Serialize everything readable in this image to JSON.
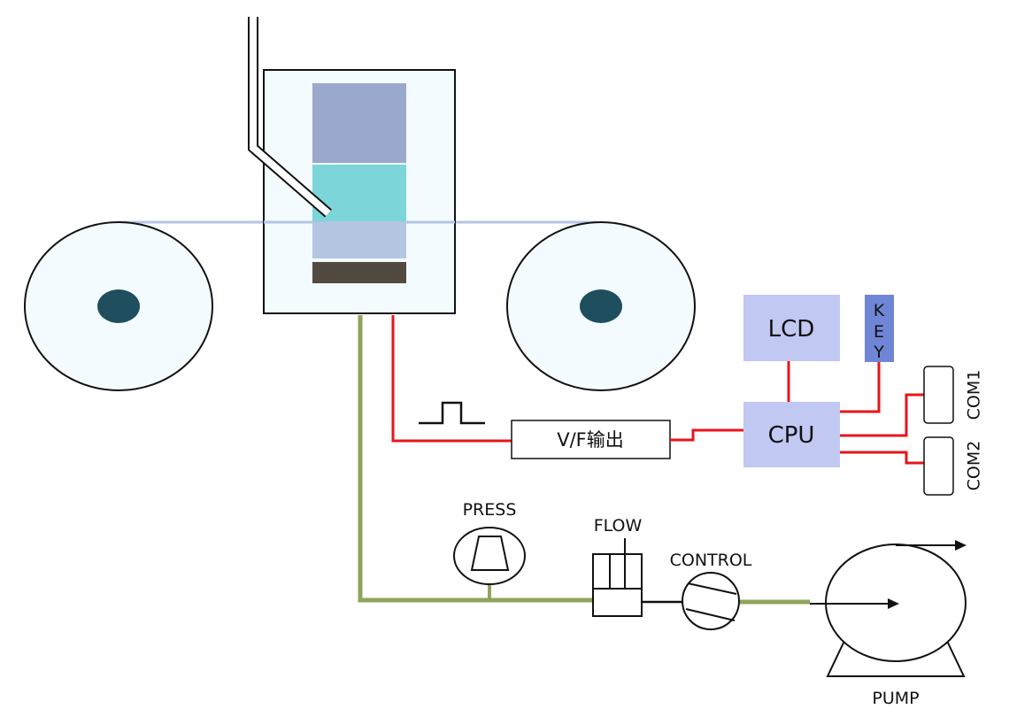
{
  "labels": {
    "lcd": "LCD",
    "key": [
      "K",
      "E",
      "Y"
    ],
    "cpu": "CPU",
    "com1": "COM1",
    "com2": "COM2",
    "vf_output": "V/F输出",
    "press": "PRESS",
    "flow": "FLOW",
    "control": "CONTROL",
    "pump": "PUMP"
  },
  "colors": {
    "signal_wire": "#e8141b",
    "pipe": "#8fa45c",
    "lcd_cpu_fill": "#c1c8f2",
    "key_fill": "#6f86d6",
    "chamber_top": "#9aa8cc",
    "chamber_middle": "#7cd5d8",
    "chamber_lower": "#b4c6e2",
    "chamber_base": "#524a41",
    "reel_hub": "#1f4e5f",
    "film": "#b4c6e2",
    "housing_fill": "#f3fbfe",
    "outline": "#111111"
  }
}
